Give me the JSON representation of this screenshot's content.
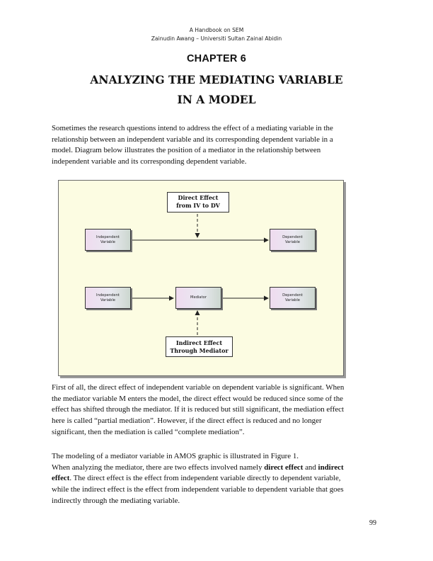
{
  "header": {
    "book": "A Handbook on SEM",
    "author": "Zainudin Awang – Universiti Sultan Zainal Abidin"
  },
  "chapter": "CHAPTER 6",
  "title": {
    "line1": "ANALYZING THE MEDIATING VARIABLE",
    "line2": "IN A MODEL"
  },
  "intro": {
    "lines": [
      "Sometimes the research questions intend to address the effect of a mediating variable in the",
      "relationship between an independent variable and its corresponding dependent variable in a",
      "model. Diagram below illustrates the position of a mediator in the relationship between",
      "independent variable and its corresponding dependent variable."
    ]
  },
  "diagram": {
    "direct_label": [
      "Direct Effect",
      "from IV to DV"
    ],
    "indirect_label": [
      "Indirect Effect",
      "Through Mediator"
    ],
    "top_iv": [
      "Independent",
      "Variable"
    ],
    "top_dv": [
      "Dependent",
      "Variable"
    ],
    "bottom_iv": [
      "Independent",
      "Variable"
    ],
    "mediator": "Mediator",
    "bottom_dv": [
      "Dependent",
      "Variable"
    ]
  },
  "body": {
    "para1": [
      "First of all, the direct effect of independent variable on dependent variable is significant. When",
      "the mediator variable M enters the model, the direct effect would be reduced since some of the",
      "effect has shifted through the mediator. If it is reduced but still significant, the mediation effect",
      "here is called “partial mediation”. However, if the direct effect is reduced and no longer",
      "significant, then the mediation is called “complete mediation”."
    ],
    "para2_line1": "The modeling of a mediator variable in AMOS graphic is illustrated in Figure 1.",
    "para2_line2_pre": "When analyzing the mediator, there are two effects involved namely ",
    "para2_bold1": "direct effect",
    "para2_and": " and ",
    "para2_bold2": "indirect",
    "para2_bold3": "effect",
    "para2_line3_rest": ". The direct effect is the effect from independent variable directly to dependent variable,",
    "para2_lines_rest": [
      "while the indirect effect is the effect from independent variable to dependent variable that goes",
      "indirectly through the mediating variable."
    ]
  },
  "page_number": "99"
}
